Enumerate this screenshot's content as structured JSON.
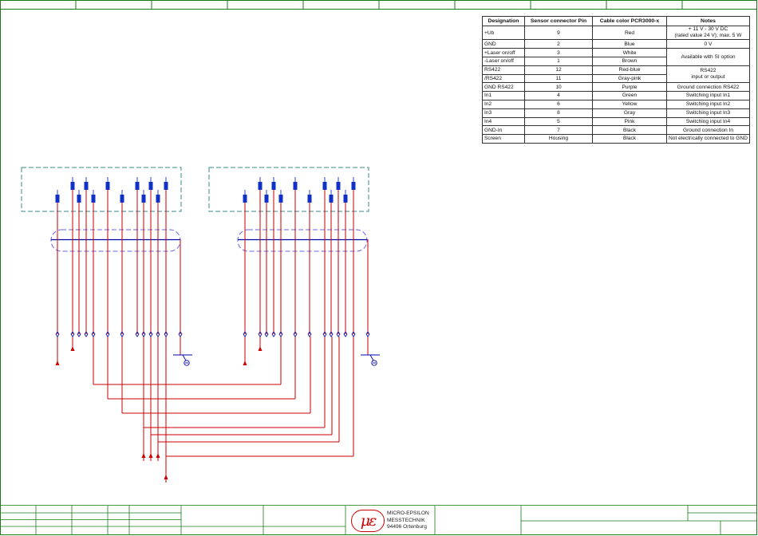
{
  "pin_table": {
    "headers": [
      "Designation",
      "Sensor connector Pin",
      "Cable color PCR3000-x",
      "Notes"
    ],
    "rows": [
      {
        "designation": "+Ub",
        "pin": "9",
        "color": "Red",
        "notes": "+ 11 V - 30 V DC",
        "notes2": "(rated value 24 V); max. 5 W",
        "group_start": false
      },
      {
        "designation": "GND",
        "pin": "2",
        "color": "Blue",
        "notes": "0 V",
        "group_start": false
      },
      {
        "designation": "+Laser on/off",
        "pin": "3",
        "color": "White",
        "notes": "Available with SI option",
        "group_start": true
      },
      {
        "designation": "-Laser on/off",
        "pin": "1",
        "color": "Brown",
        "group_start": false
      },
      {
        "designation": "RS422",
        "pin": "12",
        "color": "Red-blue",
        "notes": "RS422",
        "notes2": "input or output",
        "group_start": true
      },
      {
        "designation": "/RS422",
        "pin": "11",
        "color": "Gray-pink",
        "group_start": false
      },
      {
        "designation": "GND RS422",
        "pin": "10",
        "color": "Purple",
        "notes": "Ground connection RS422",
        "group_start": false
      },
      {
        "designation": "In1",
        "pin": "4",
        "color": "Green",
        "notes": "Switching input In1",
        "group_start": false
      },
      {
        "designation": "In2",
        "pin": "6",
        "color": "Yellow",
        "notes": "Switching input In2",
        "group_start": false
      },
      {
        "designation": "In3",
        "pin": "8",
        "color": "Gray",
        "notes": "Switching input In3",
        "group_start": false
      },
      {
        "designation": "In4",
        "pin": "5",
        "color": "Pink",
        "notes": "Switching input In4",
        "group_start": false
      },
      {
        "designation": "GND-In",
        "pin": "7",
        "color": "Black",
        "notes": "Ground connection In",
        "group_start": false
      },
      {
        "designation": "Screen",
        "pin": "Housing",
        "color": "Black",
        "notes": "Not electrically connected to GND",
        "group_start": true
      }
    ]
  },
  "title_block": {
    "company_line1": "MICRO-EPSILON",
    "company_line2": "MESSTECHNIK",
    "company_line3": "94496 Ortenburg",
    "logo_glyph": "με"
  },
  "colors": {
    "frame": "#1a7a1a",
    "wire": "#cc0000",
    "bus": "#0000aa",
    "connector_box": "#3a8a8a",
    "shield": "#6666ee",
    "pin_fill": "#1030c8"
  }
}
